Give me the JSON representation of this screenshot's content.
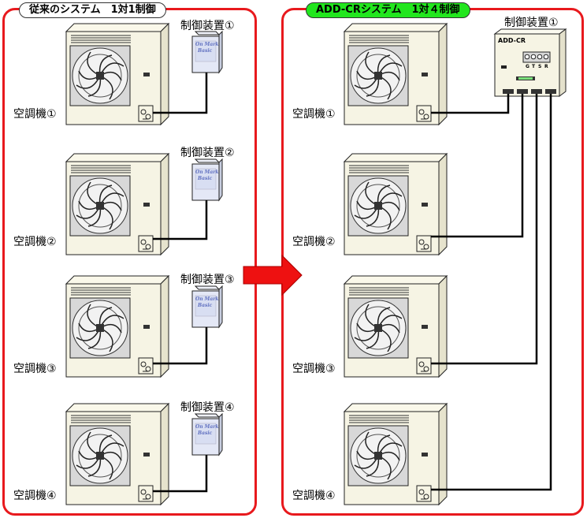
{
  "left_panel": {
    "title": "従来のシステム　1対1制御",
    "units": [
      "空調機①",
      "空調機②",
      "空調機③",
      "空調機④"
    ],
    "controllers": [
      "制御装置①",
      "制御装置②",
      "制御装置③",
      "制御装置④"
    ],
    "remote_text": [
      "On Mark",
      "Basic"
    ]
  },
  "right_panel": {
    "title": "ADD-CRシステム　1対４制御",
    "units": [
      "空調機①",
      "空調機②",
      "空調機③",
      "空調機④"
    ],
    "controller": "制御装置①",
    "device": {
      "name": "ADD-CR",
      "terminals": [
        "G",
        "T",
        "S",
        "R"
      ]
    }
  },
  "colors": {
    "frame": "#e8191d",
    "left_title_bg": "#ffffff",
    "right_title_bg": "#22e61e",
    "arrow": "#ee1111",
    "unit_body": "#f6f4e4",
    "remote": "#e4e8f6"
  }
}
